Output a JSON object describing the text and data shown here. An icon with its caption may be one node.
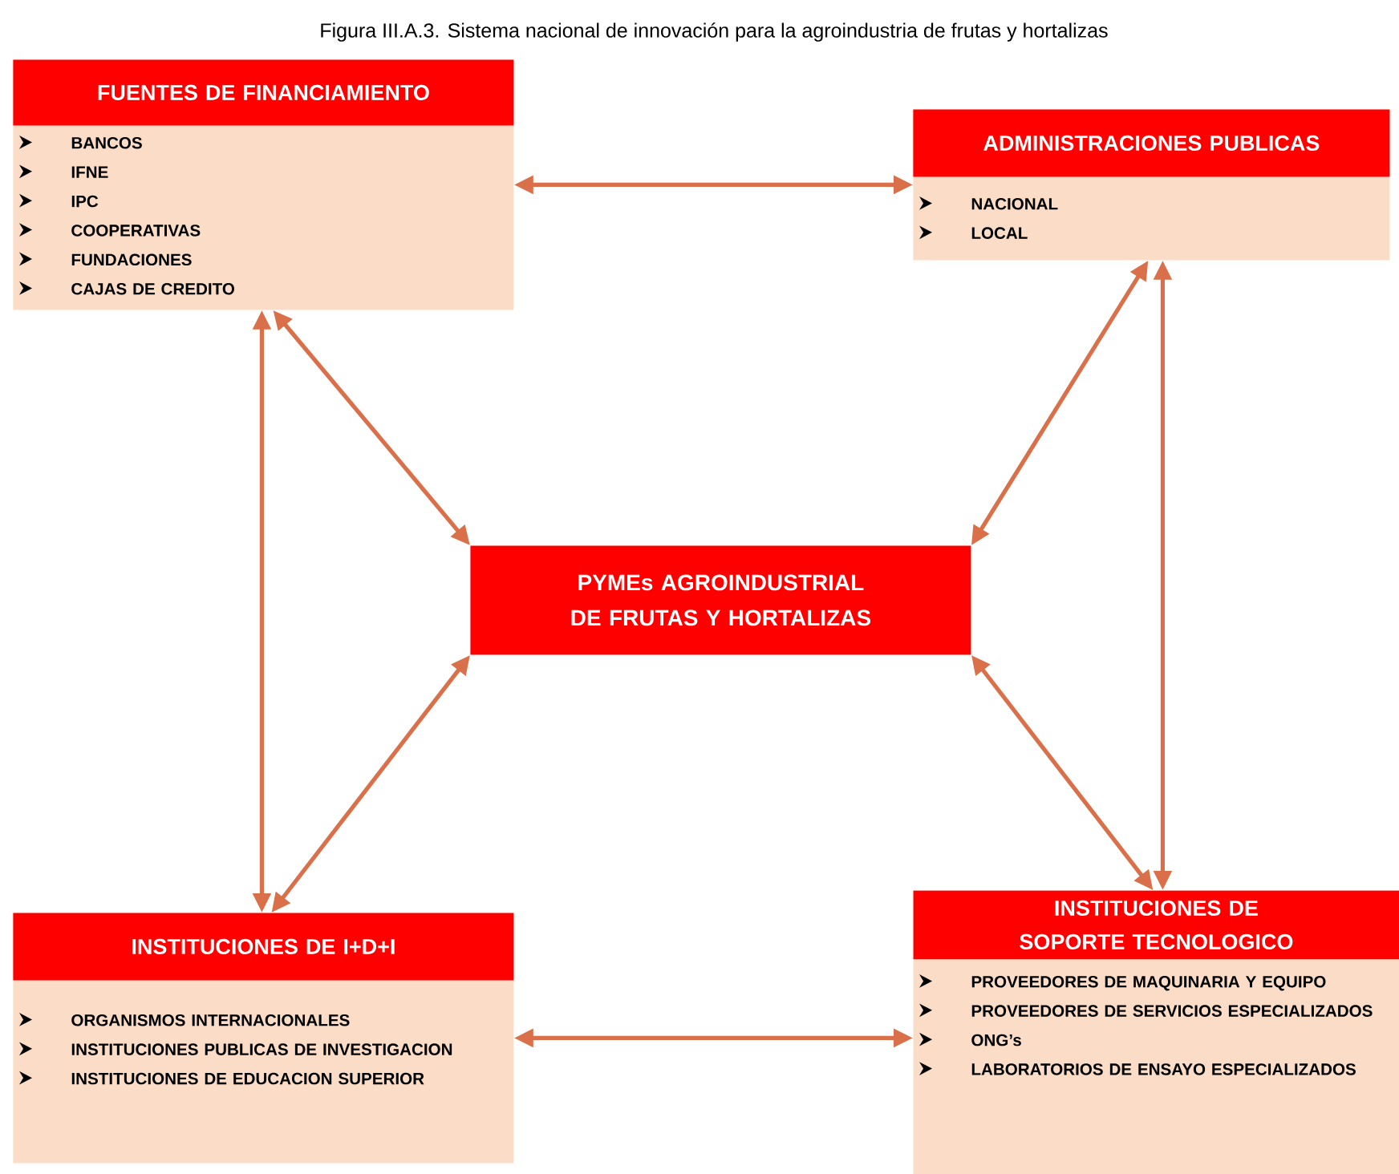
{
  "diagram": {
    "title": "Figura III.A.3. Sistema nacional de innovación para la agroindustria de frutas y hortalizas",
    "nodes": [
      {
        "text": [
          "FUENTES DE FINANCIAMIENTO",
          "BANCOS",
          "IFNE",
          "IPC",
          "COOPERATIVAS",
          "FUNDACIONES",
          "CAJAS DE CREDITO"
        ]
      },
      {
        "text": [
          "ADMINISTRACIONES PUBLICAS",
          "NACIONAL",
          "LOCAL"
        ]
      },
      {
        "text": [
          "PYMEs AGROINDUSTRIAL DE FRUTAS Y HORTALIZAS"
        ]
      },
      {
        "text": [
          "INSTITUCIONES DE I+D+I",
          "ORGANISMOS INTERNACIONALES",
          "INSTITUCIONES PUBLICAS DE INVESTIGACION",
          "INSTITUCIONES DE EDUCACION SUPERIOR"
        ]
      },
      {
        "text": [
          "INSTITUCIONES DE SOPORTE TECNOLOGICO",
          "PROVEEDORES DE MAQUINARIA Y EQUIPO",
          "PROVEEDORES DE SERVICIOS ESPECIALIZADOS",
          "ONG’s",
          "LABORATORIOS DE ENSAYO ESPECIALIZADOS"
        ]
      }
    ],
    "edges": [
      {
        "from": 0,
        "to": 1,
        "arrow": "both"
      },
      {
        "from": 0,
        "to": 3,
        "arrow": "both"
      },
      {
        "from": 0,
        "to": 2,
        "arrow": "both"
      },
      {
        "from": 1,
        "to": 2,
        "arrow": "both"
      },
      {
        "from": 1,
        "to": 4,
        "arrow": "both"
      },
      {
        "from": 2,
        "to": 3,
        "arrow": "both"
      },
      {
        "from": 2,
        "to": 4,
        "arrow": "both"
      },
      {
        "from": 3,
        "to": 4,
        "arrow": "both"
      }
    ]
  }
}
